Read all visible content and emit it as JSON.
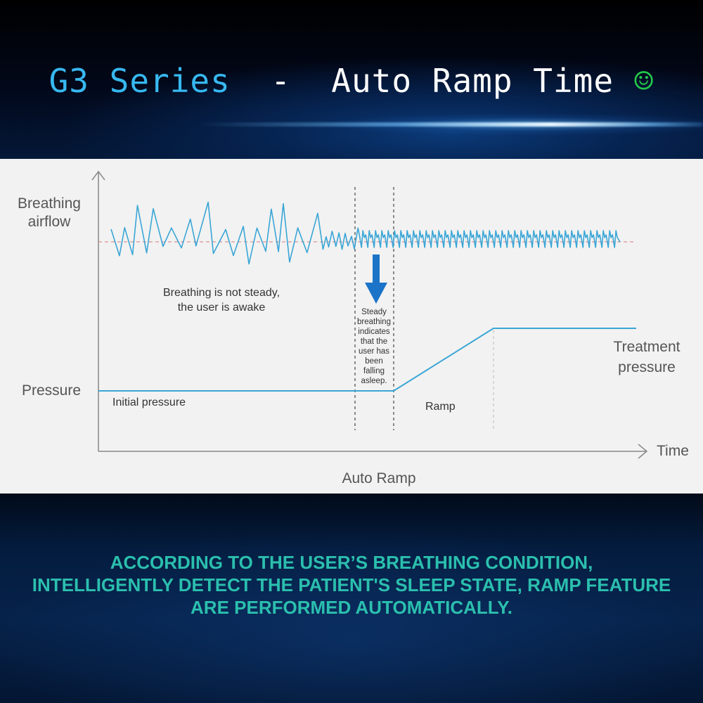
{
  "header": {
    "title_part1": "G3 Series",
    "title_separator": "  -  ",
    "title_part2": "Auto Ramp Time",
    "title_icon": "smiley-icon",
    "title_icon_glyph": "☺"
  },
  "diagram": {
    "y_label_airflow": [
      "Breathing",
      "airflow"
    ],
    "y_label_pressure": "Pressure",
    "x_axis_label": "Time",
    "caption": "Auto Ramp",
    "awake_note": [
      "Breathing is not steady,",
      "the user is awake"
    ],
    "asleep_note": [
      "Steady",
      "breathing",
      "indicates",
      "that the",
      "user has",
      "been",
      "falling",
      "asleep."
    ],
    "initial_pressure_label": "Initial pressure",
    "ramp_label": "Ramp",
    "treatment_label": [
      "Treatment",
      "pressure"
    ],
    "arrow_icon": "down-arrow-icon"
  },
  "colors": {
    "accent_blue": "#37b8f0",
    "line_blue": "#3aa6d6",
    "smile_green": "#22c84a",
    "footer_teal": "#2bbfae",
    "baseline_red": "#d87a7a"
  },
  "footer": {
    "lines": [
      "ACCORDING TO THE USER’S BREATHING CONDITION,",
      "INTELLIGENTLY DETECT THE PATIENT'S SLEEP STATE, RAMP FEATURE",
      "ARE PERFORMED AUTOMATICALLY."
    ]
  }
}
